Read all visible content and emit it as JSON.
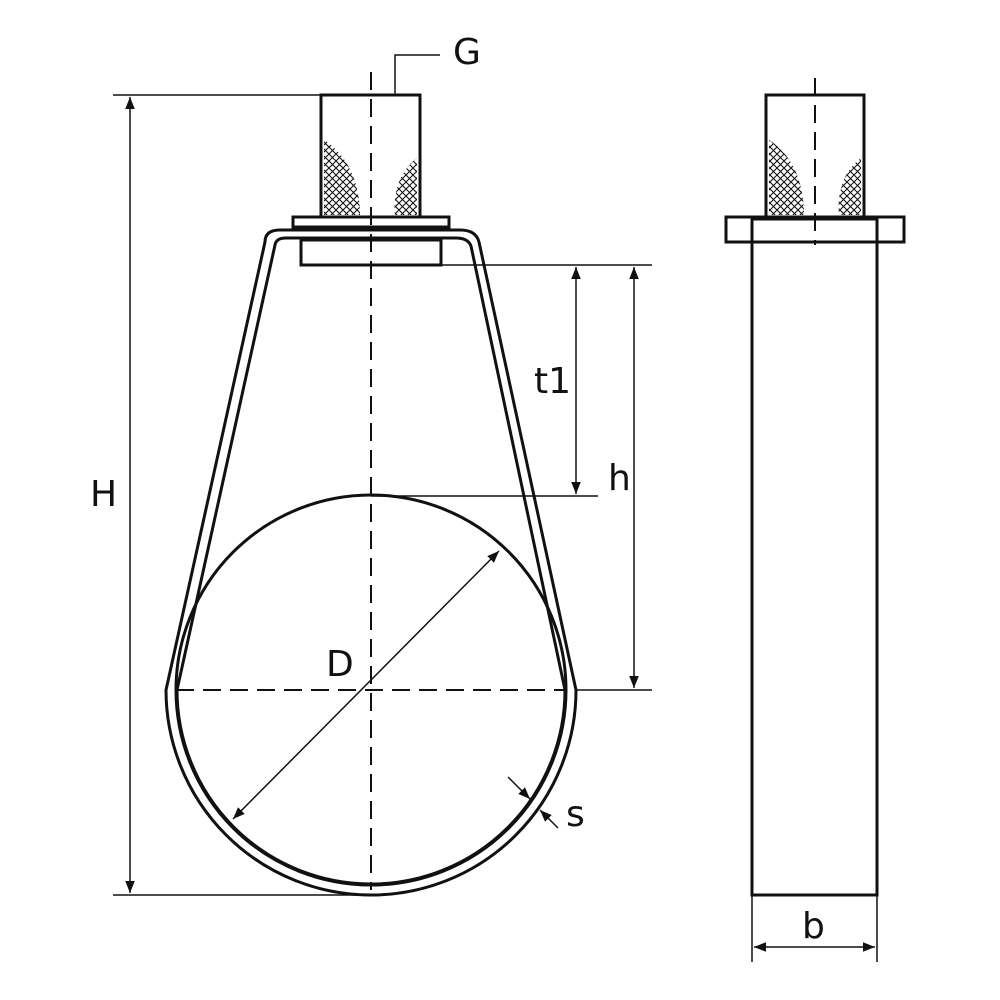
{
  "labels": {
    "G": "G",
    "H": "H",
    "t1": "t1",
    "h": "h",
    "D": "D",
    "s": "s",
    "b": "b"
  },
  "colors": {
    "ink": "#111111",
    "background": "#ffffff"
  }
}
